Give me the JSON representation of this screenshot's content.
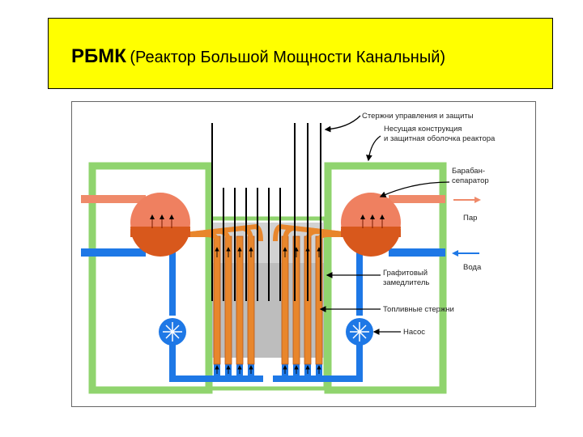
{
  "title": {
    "main": "РБМК",
    "sub": "(Реактор Большой Мощности Канальный)"
  },
  "labels": {
    "control_rods": "Стержни управления и защиты",
    "structure_line1": "Несущая конструкция",
    "structure_line2": "и защитная оболочка реактора",
    "drum_line1": "Барабан-",
    "drum_line2": "сепаратор",
    "steam": "Пар",
    "water": "Вода",
    "graphite_line1": "Графитовый",
    "graphite_line2": "замедлитель",
    "fuel_rods": "Топливные стержни",
    "pump": "Насос"
  },
  "colors": {
    "title_bg": "#ffff00",
    "containment": "#90d46e",
    "steam_pipe": "#ef8a6a",
    "water_pipe": "#1e78e6",
    "drum": "#ef8060",
    "drum_water": "#d8581c",
    "fuel_channel": "#e8862c",
    "graphite": "#bdbdbd"
  }
}
